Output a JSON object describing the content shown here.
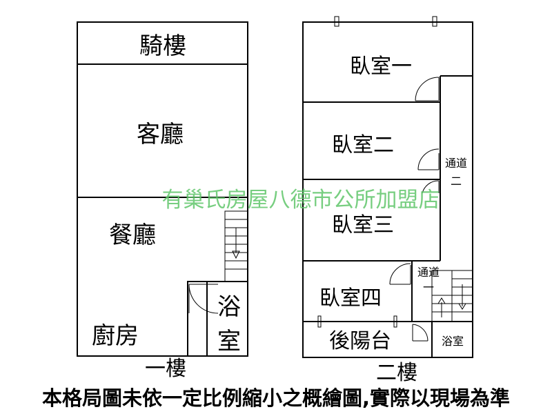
{
  "floor1": {
    "label": "一樓",
    "rooms": {
      "arcade": "騎樓",
      "living": "客廳",
      "dining": "餐廳",
      "kitchen": "廚房",
      "bath_top": "浴",
      "bath_bottom": "室"
    }
  },
  "floor2": {
    "label": "二樓",
    "rooms": {
      "bedroom1": "臥室一",
      "bedroom2": "臥室二",
      "bedroom3": "臥室三",
      "bedroom4": "臥室四",
      "hall2_top": "通道",
      "hall2_bottom": "二",
      "hall1_top": "通道",
      "hall1_bottom": "一",
      "balcony": "後陽台",
      "bath": "浴室"
    }
  },
  "watermark": "有巢氏房屋八德市公所加盟店",
  "disclaimer": "本格局圖未依一定比例縮小之概繪圖,實際以現場為準",
  "colors": {
    "watermark": "#5fc56a",
    "lines": "#000000"
  }
}
